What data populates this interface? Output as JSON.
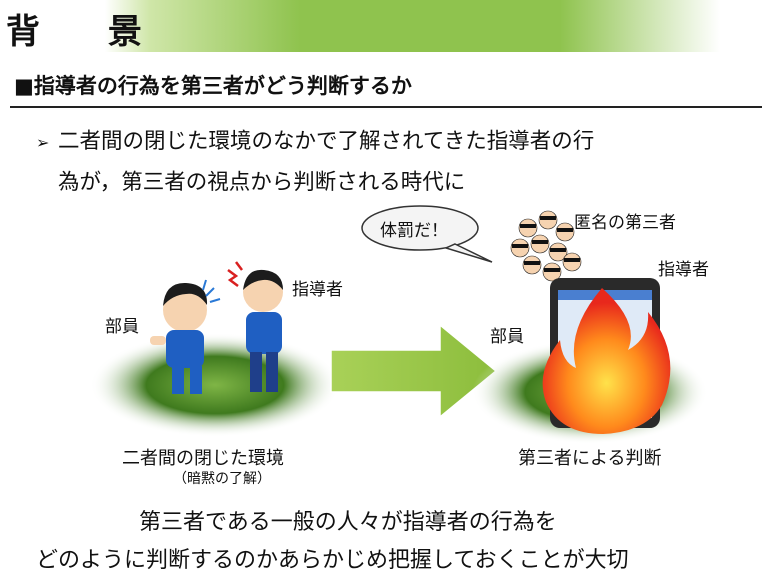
{
  "header": {
    "title": "背 景"
  },
  "section": {
    "heading": "■指導者の行為を第三者がどう判断するか"
  },
  "bullet": {
    "marker": "➢",
    "line1": "二者間の閉じた環境のなかで了解されてきた指導者の行",
    "line2": "為が，第三者の視点から判断される時代に"
  },
  "left_scene": {
    "member_label": "部員",
    "coach_label": "指導者",
    "caption": "二者間の閉じた環境",
    "caption_sub": "（暗黙の了解）"
  },
  "right_scene": {
    "bubble_text": "体罰だ！",
    "crowd_label": "匿名の第三者",
    "coach_label": "指導者",
    "member_label": "部員",
    "caption": "第三者による判断"
  },
  "conclusion": {
    "line1": "第三者である一般の人々が指導者の行為を",
    "line2": "どのように判断するのかあらかじめ把握しておくことが大切"
  },
  "colors": {
    "accent_green": "#8fc34e",
    "arrow_green": "#9cc84a",
    "field_green": "#3f7a1e"
  }
}
